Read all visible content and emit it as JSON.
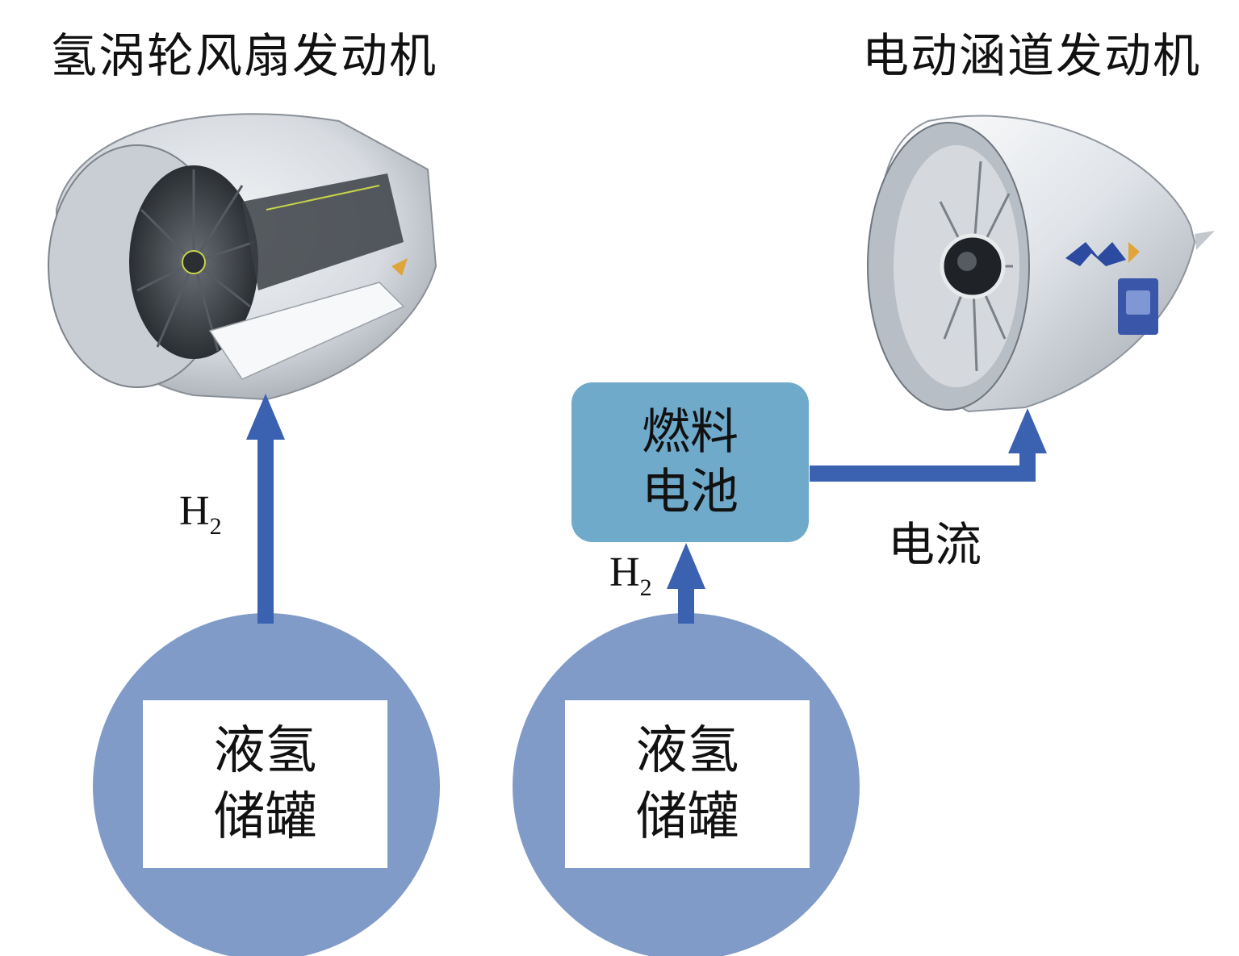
{
  "titles": {
    "left": "氢涡轮风扇发动机",
    "right": "电动涵道发动机"
  },
  "tanks": [
    {
      "line1": "液氢",
      "line2": "储罐"
    },
    {
      "line1": "液氢",
      "line2": "储罐"
    }
  ],
  "fuel_cell": {
    "line1": "燃料",
    "line2": "电池"
  },
  "flows": {
    "h2_main": "H",
    "h2_sub": "2",
    "current": "电流"
  },
  "colors": {
    "tank_circle": "#809bc8",
    "arrow": "#3a62b0",
    "fuel_cell": "#70aacb"
  }
}
